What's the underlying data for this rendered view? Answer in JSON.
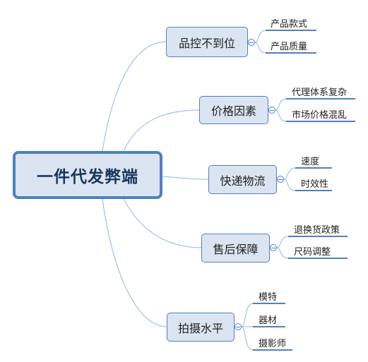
{
  "mindmap": {
    "root": "一件代发弊端",
    "branches": [
      {
        "label": "品控不到位",
        "leaves": [
          "产品款式",
          "产品质量"
        ]
      },
      {
        "label": "价格因素",
        "leaves": [
          "代理体系复杂",
          "市场价格混乱"
        ]
      },
      {
        "label": "快递物流",
        "leaves": [
          "速度",
          "时效性"
        ]
      },
      {
        "label": "售后保障",
        "leaves": [
          "退换货政策",
          "尺码调整"
        ]
      },
      {
        "label": "拍摄水平",
        "leaves": [
          "模特",
          "器材",
          "摄影师"
        ]
      }
    ]
  },
  "colors": {
    "node_border": "#4f81bd",
    "node_fill": "#dbe5f1",
    "connector": "#9dc3e6",
    "root_text": "#17375e"
  }
}
